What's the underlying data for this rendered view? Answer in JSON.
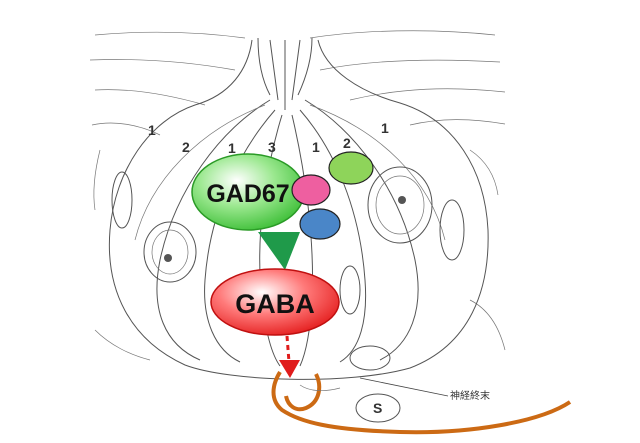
{
  "labels": {
    "enzyme": "GAD67",
    "transmitter": "GABA",
    "nerve_terminal": "神経終末",
    "s_marker": "S"
  },
  "cell_numbers": [
    "1",
    "2",
    "1",
    "3",
    "1",
    "2",
    "1"
  ],
  "colors": {
    "gad67_fill": "#4fd14a",
    "gaba_fill": "#ef2b2b",
    "green_arrow": "#1f9a4a",
    "red_arrow": "#e01b1b",
    "protein_green": "#8ed45a",
    "protein_pink": "#ee5fa0",
    "protein_blue": "#4a86c8",
    "nerve_fiber": "#cc6a14"
  }
}
